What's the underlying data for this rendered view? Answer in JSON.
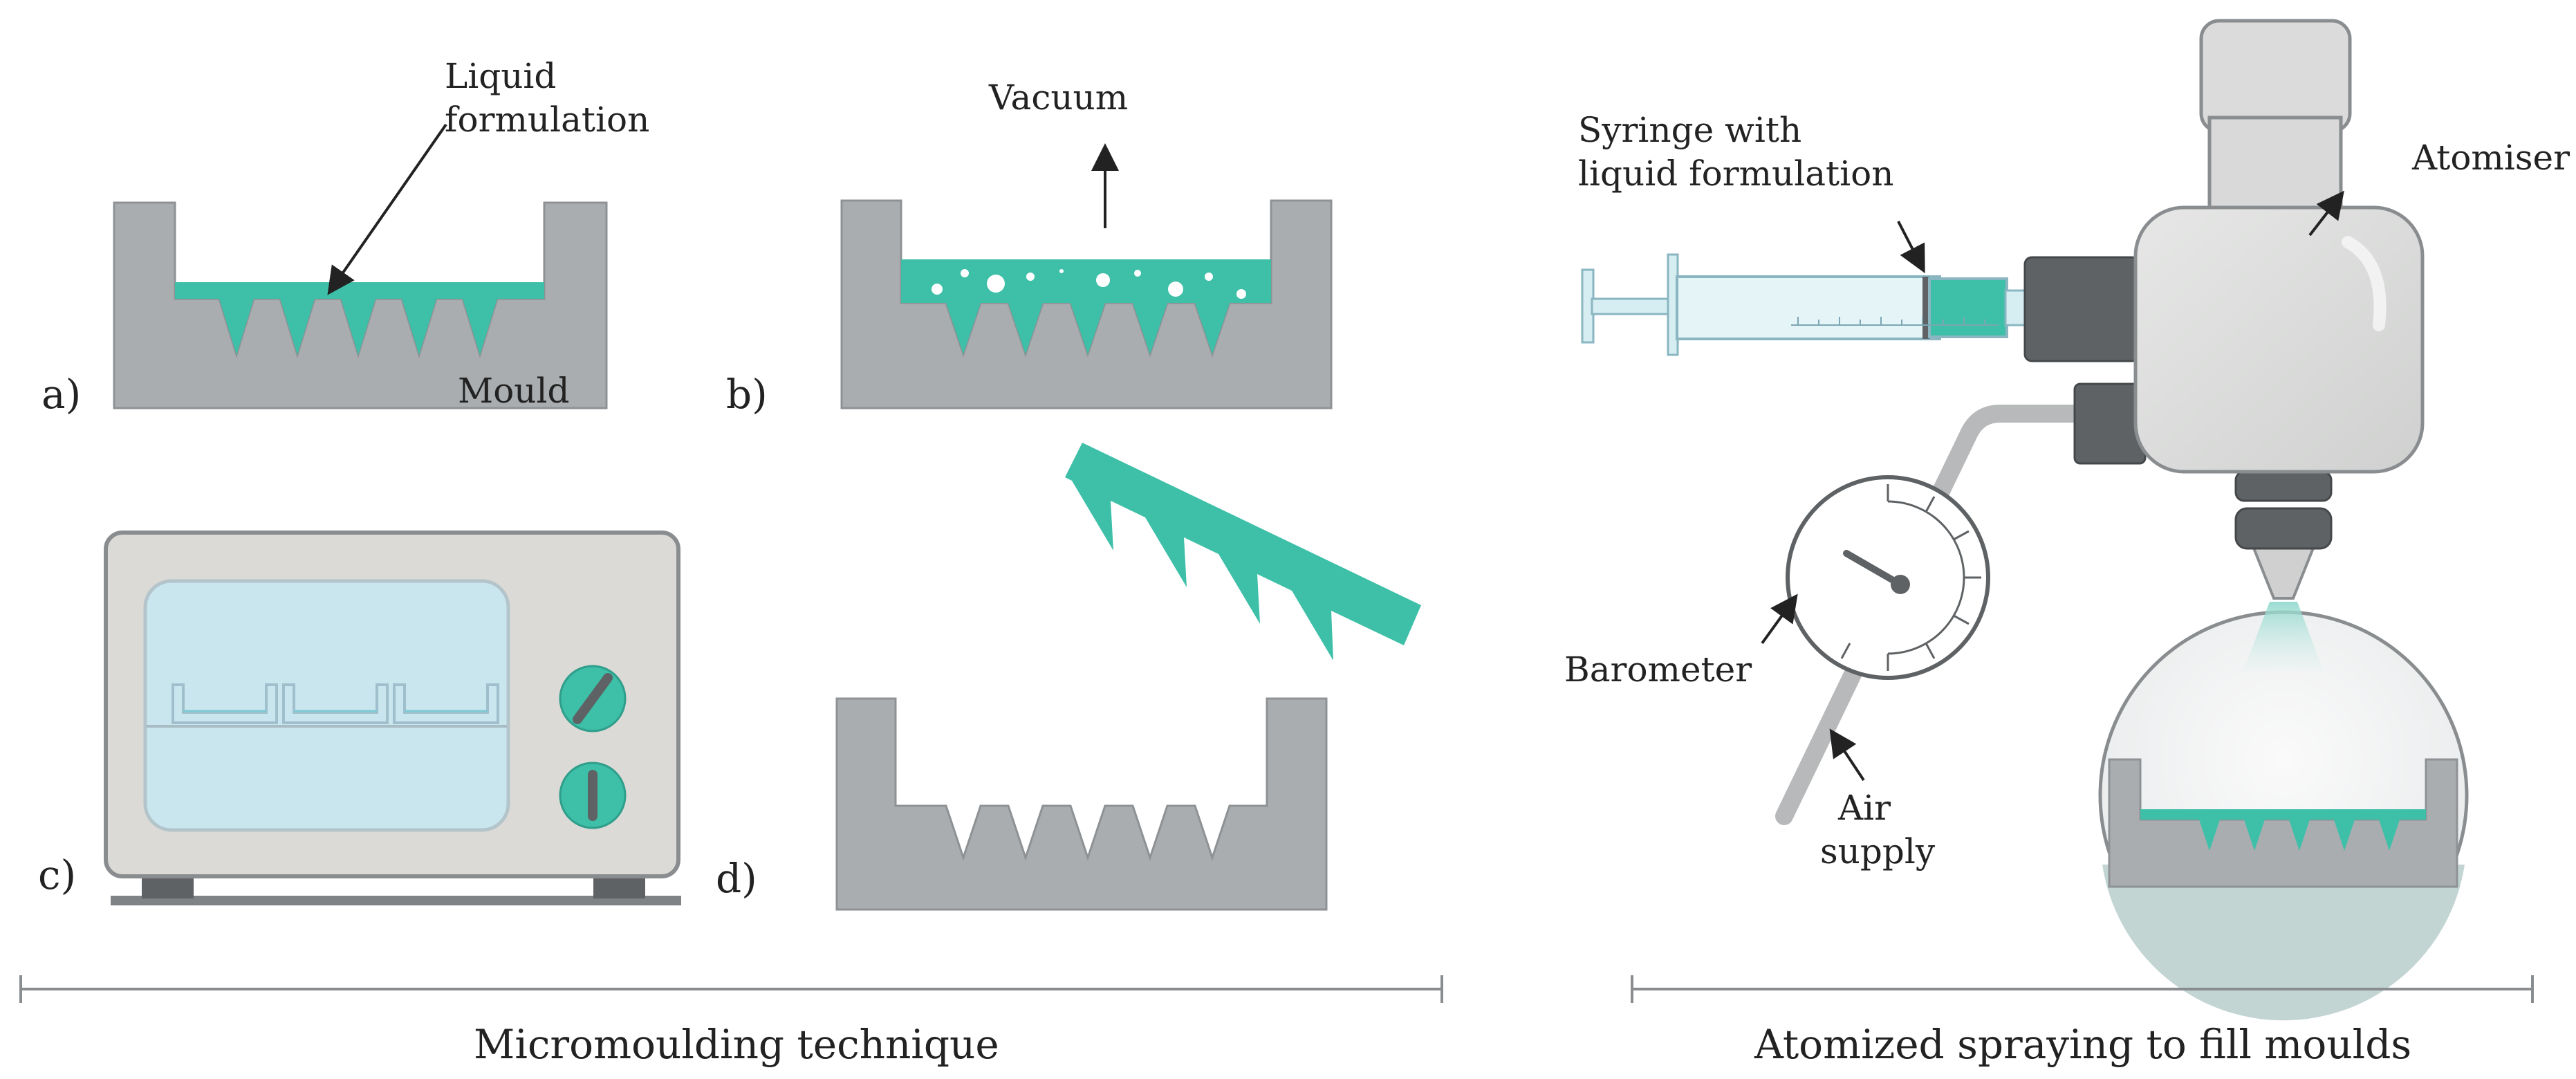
{
  "colors": {
    "mould": "#A9ADB0",
    "formulation": "#3DBFA8",
    "oven_body": "#DBDAD6",
    "oven_window": "#C9E6EF",
    "dark_grey": "#5F6264",
    "text": "#222222"
  },
  "panels": {
    "a": {
      "letter": "a)",
      "label_liquid_line1": "Liquid",
      "label_liquid_line2": "formulation",
      "label_mould": "Mould"
    },
    "b": {
      "letter": "b)",
      "label_vacuum": "Vacuum"
    },
    "c": {
      "letter": "c)"
    },
    "d": {
      "letter": "d)"
    }
  },
  "spray": {
    "syringe_line1": "Syringe with",
    "syringe_line2": "liquid formulation",
    "atomiser": "Atomiser",
    "barometer": "Barometer",
    "air_line1": "Air",
    "air_line2": "supply"
  },
  "captions": {
    "left": "Micromoulding technique",
    "right": "Atomized spraying to fill moulds"
  }
}
